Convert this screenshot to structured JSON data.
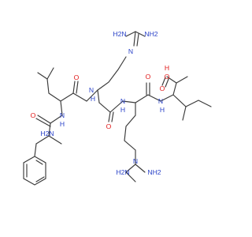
{
  "molecule": {
    "atoms": [
      {
        "name": "guanidine-1-nh2-left",
        "label": "H2N",
        "color": "#2c44c8"
      },
      {
        "name": "guanidine-1-nh2-right",
        "label": "NH2",
        "color": "#2c44c8"
      },
      {
        "name": "guanidine-1-n",
        "label": "N",
        "color": "#2c44c8"
      },
      {
        "name": "hydroxyl-o",
        "label": "O",
        "color": "#e01818"
      },
      {
        "name": "hydroxyl-h",
        "label": "H",
        "color": "#e01818"
      },
      {
        "name": "carbonyl-o-leu",
        "label": "O",
        "color": "#e01818"
      },
      {
        "name": "carbonyl-o-arg2",
        "label": "O",
        "color": "#e01818"
      },
      {
        "name": "carboxyl-o",
        "label": "O",
        "color": "#e01818"
      },
      {
        "name": "amide-nh-leu-arg",
        "label": "N",
        "color": "#2c44c8"
      },
      {
        "name": "amide-h-leu-arg",
        "label": "H",
        "color": "#2c44c8"
      },
      {
        "name": "amide-nh-arg-arg",
        "label": "N",
        "color": "#2c44c8"
      },
      {
        "name": "amide-h-arg-arg",
        "label": "H",
        "color": "#2c44c8"
      },
      {
        "name": "amide-nh-arg-ile",
        "label": "N",
        "color": "#2c44c8"
      },
      {
        "name": "amide-h-arg-ile",
        "label": "H",
        "color": "#2c44c8"
      },
      {
        "name": "amide-nh-phe-leu",
        "label": "N",
        "color": "#2c44c8"
      },
      {
        "name": "amide-h-phe-leu",
        "label": "H",
        "color": "#2c44c8"
      },
      {
        "name": "carbonyl-o-phe",
        "label": "O",
        "color": "#e01818"
      },
      {
        "name": "carbonyl-o-arg3",
        "label": "O",
        "color": "#e01818"
      },
      {
        "name": "amine-h2n-label",
        "label": "H2N",
        "color": "#2c44c8"
      },
      {
        "name": "guanidine-2-n",
        "label": "N",
        "color": "#2c44c8"
      },
      {
        "name": "guanidine-2-nh2-left",
        "label": "H2N",
        "color": "#2c44c8"
      },
      {
        "name": "guanidine-2-nh2-right",
        "label": "NH2",
        "color": "#2c44c8"
      }
    ],
    "bond_color": "#3a3a3a",
    "stereo_wedge_color": "#1a1a1a"
  }
}
